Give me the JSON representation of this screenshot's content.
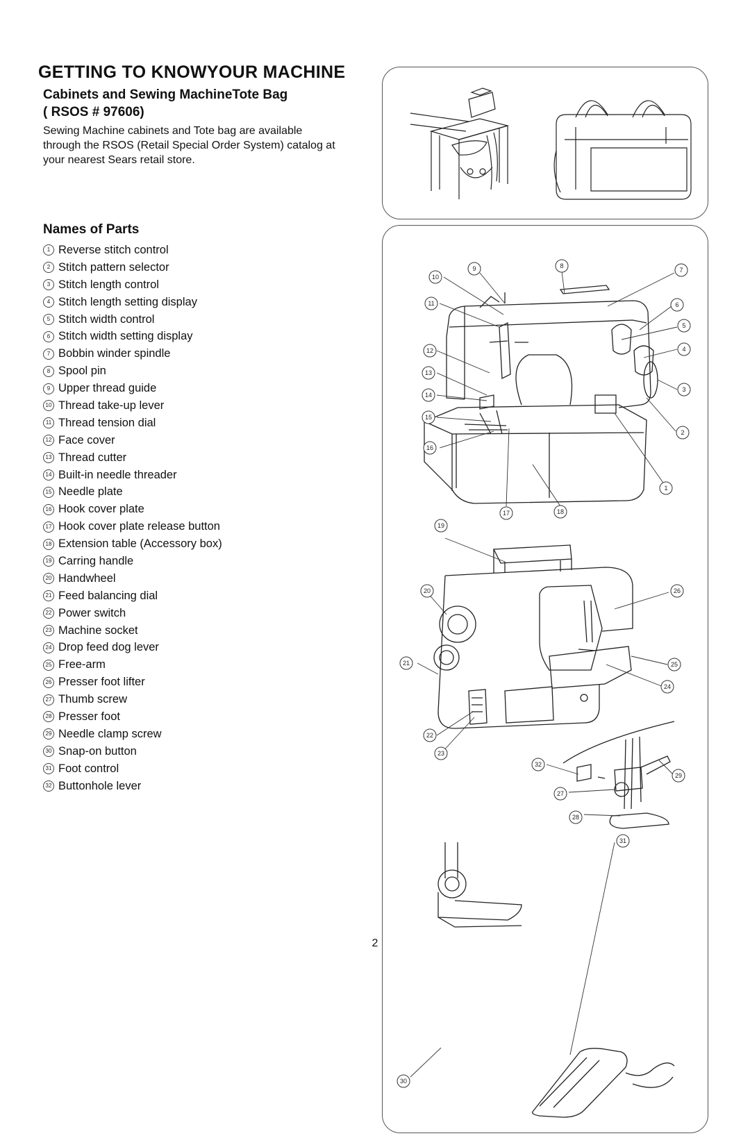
{
  "title": "GETTING TO KNOWYOUR MACHINE",
  "cabinets": {
    "heading_line1": "Cabinets and Sewing MachineTote Bag",
    "heading_line2": "( RSOS # 97606)",
    "body_line1": "Sewing Machine cabinets and Tote bag are available",
    "body_line2": "through the RSOS (Retail Special Order System) catalog at",
    "body_line3": "your nearest Sears retail store."
  },
  "names_of_parts": {
    "heading": "Names of Parts",
    "parts": [
      {
        "num": "1",
        "label": "Reverse stitch control"
      },
      {
        "num": "2",
        "label": "Stitch pattern selector"
      },
      {
        "num": "3",
        "label": "Stitch length control"
      },
      {
        "num": "4",
        "label": "Stitch length setting display"
      },
      {
        "num": "5",
        "label": "Stitch width control"
      },
      {
        "num": "6",
        "label": "Stitch width setting display"
      },
      {
        "num": "7",
        "label": "Bobbin winder spindle"
      },
      {
        "num": "8",
        "label": "Spool pin"
      },
      {
        "num": "9",
        "label": "Upper thread guide"
      },
      {
        "num": "10",
        "label": "Thread take-up lever"
      },
      {
        "num": "11",
        "label": "Thread tension dial"
      },
      {
        "num": "12",
        "label": "Face cover"
      },
      {
        "num": "13",
        "label": "Thread cutter"
      },
      {
        "num": "14",
        "label": "Built-in needle threader"
      },
      {
        "num": "15",
        "label": "Needle plate"
      },
      {
        "num": "16",
        "label": "Hook cover plate"
      },
      {
        "num": "17",
        "label": "Hook cover plate release button"
      },
      {
        "num": "18",
        "label": "Extension table (Accessory box)"
      },
      {
        "num": "19",
        "label": "Carring handle"
      },
      {
        "num": "20",
        "label": "Handwheel"
      },
      {
        "num": "21",
        "label": "Feed balancing dial"
      },
      {
        "num": "22",
        "label": "Power switch"
      },
      {
        "num": "23",
        "label": "Machine socket"
      },
      {
        "num": "24",
        "label": "Drop feed dog lever"
      },
      {
        "num": "25",
        "label": "Free-arm"
      },
      {
        "num": "26",
        "label": "Presser foot lifter"
      },
      {
        "num": "27",
        "label": "Thumb screw"
      },
      {
        "num": "28",
        "label": "Presser foot"
      },
      {
        "num": "29",
        "label": "Needle clamp screw"
      },
      {
        "num": "30",
        "label": "Snap-on button"
      },
      {
        "num": "31",
        "label": "Foot control"
      },
      {
        "num": "32",
        "label": "Buttonhole lever"
      }
    ]
  },
  "callouts": {
    "c1": "1",
    "c2": "2",
    "c3": "3",
    "c4": "4",
    "c5": "5",
    "c6": "6",
    "c7": "7",
    "c8": "8",
    "c9": "9",
    "c10": "10",
    "c11": "11",
    "c12": "12",
    "c13": "13",
    "c14": "14",
    "c15": "15",
    "c16": "16",
    "c17": "17",
    "c18": "18",
    "c19": "19",
    "c20": "20",
    "c21": "21",
    "c22": "22",
    "c23": "23",
    "c24": "24",
    "c25": "25",
    "c26": "26",
    "c27": "27",
    "c28": "28",
    "c29": "29",
    "c30": "30",
    "c31": "31",
    "c32": "32"
  },
  "page_number": "2"
}
